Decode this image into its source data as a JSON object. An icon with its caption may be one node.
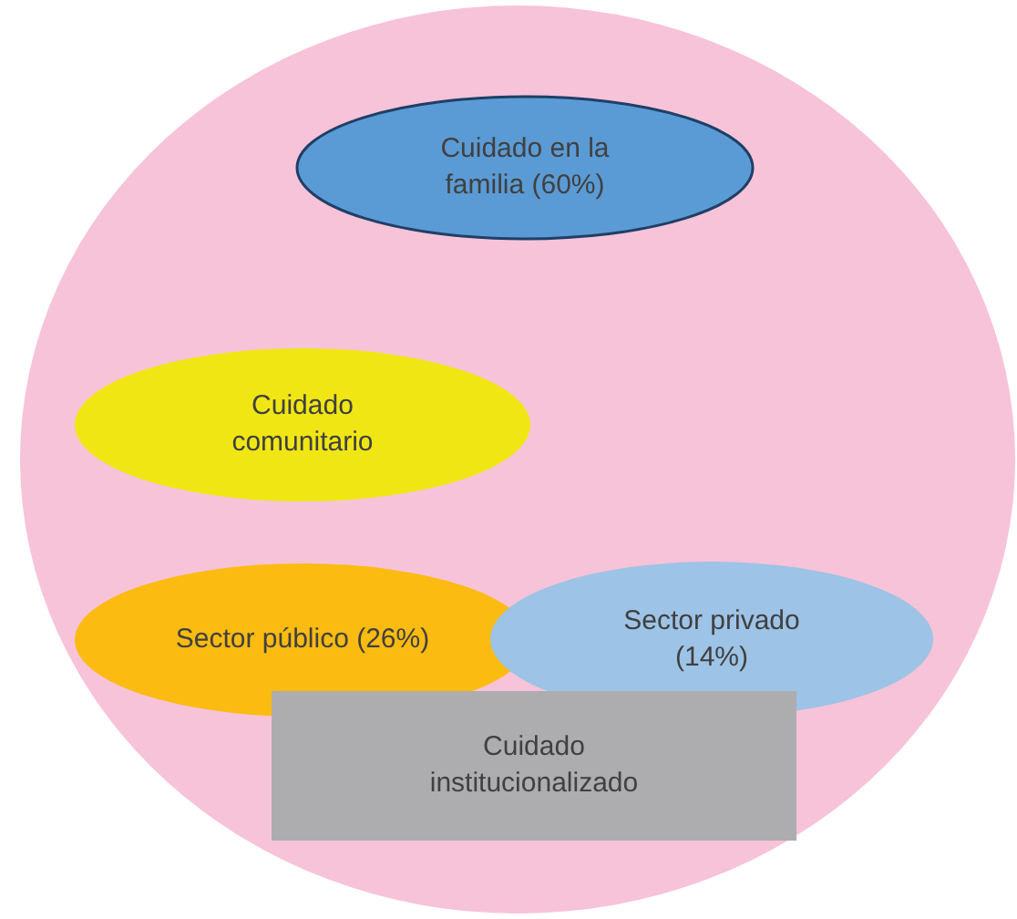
{
  "diagram": {
    "nodes": [
      {
        "text": [],
        "shape": "circle"
      },
      {
        "text": [
          "Cuidado en la familia (60%)"
        ],
        "in": 0
      },
      {
        "text": [
          "Cuidado comunitario"
        ],
        "in": 0
      },
      {
        "text": [
          "Sector público (26%)"
        ],
        "in": 0
      },
      {
        "text": [
          "Sector privado (14%)"
        ],
        "in": 0
      },
      {
        "text": [
          "Cuidado institucionalizado"
        ],
        "in": 0
      }
    ],
    "edges": []
  }
}
